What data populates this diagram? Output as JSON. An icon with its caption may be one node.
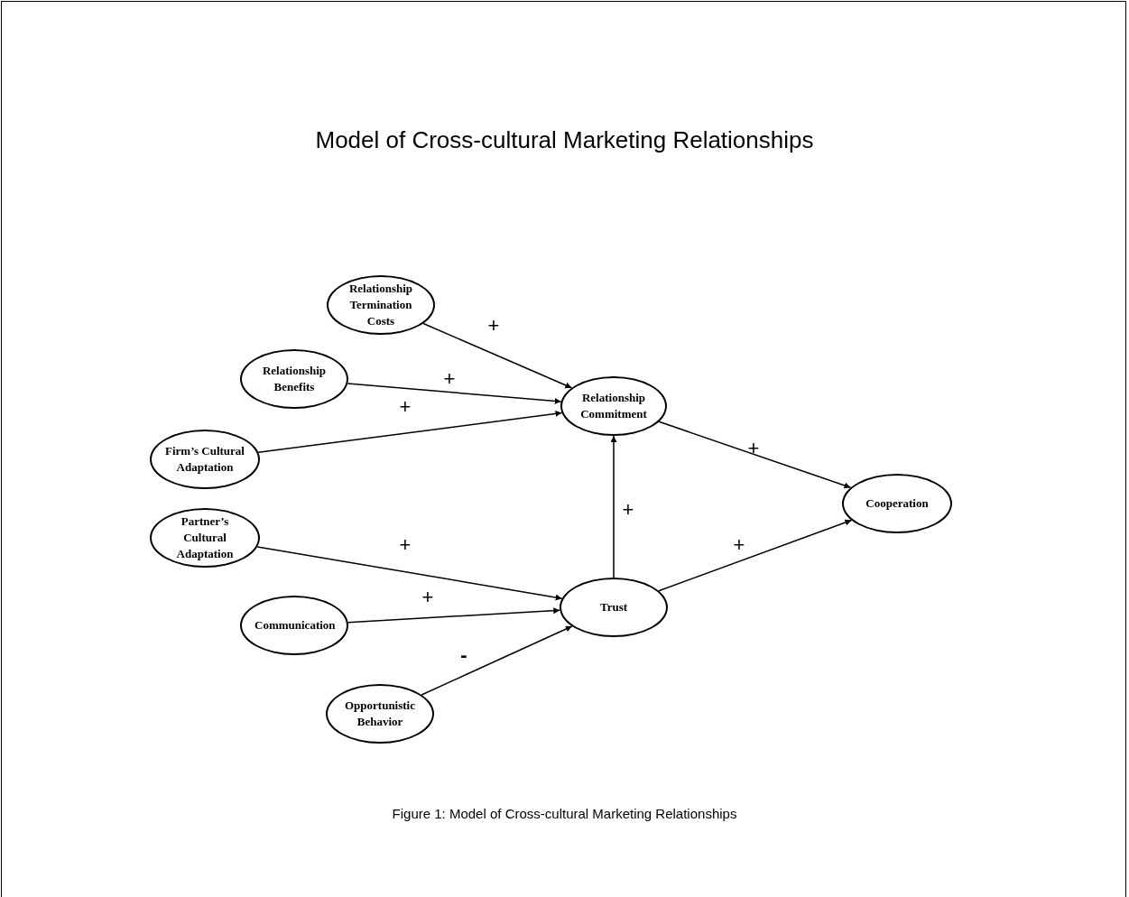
{
  "diagram": {
    "title": "Model of Cross-cultural Marketing Relationships",
    "caption": "Figure 1: Model of Cross-cultural Marketing Relationships",
    "nodes": [
      {
        "text": [
          "Relationship Termination Costs"
        ]
      },
      {
        "text": [
          "Relationship Benefits"
        ]
      },
      {
        "text": [
          "Firm’s Cultural Adaptation"
        ]
      },
      {
        "text": [
          "Relationship Commitment"
        ]
      },
      {
        "text": [
          "Partner’s Cultural Adaptation"
        ]
      },
      {
        "text": [
          "Communication"
        ]
      },
      {
        "text": [
          "Opportunistic Behavior"
        ]
      },
      {
        "text": [
          "Trust"
        ]
      },
      {
        "text": [
          "Cooperation"
        ]
      }
    ],
    "edges": [
      {
        "from": 0,
        "to": 3,
        "arrow": "to",
        "label": "+"
      },
      {
        "from": 1,
        "to": 3,
        "arrow": "to",
        "label": "+"
      },
      {
        "from": 2,
        "to": 3,
        "arrow": "to",
        "label": "+"
      },
      {
        "from": 4,
        "to": 7,
        "arrow": "to",
        "label": "+"
      },
      {
        "from": 5,
        "to": 7,
        "arrow": "to",
        "label": "+"
      },
      {
        "from": 6,
        "to": 7,
        "arrow": "to",
        "label": "-"
      },
      {
        "from": 7,
        "to": 3,
        "arrow": "to",
        "label": "+"
      },
      {
        "from": 3,
        "to": 8,
        "arrow": "to",
        "label": "+"
      },
      {
        "from": 7,
        "to": 8,
        "arrow": "to",
        "label": "+"
      }
    ]
  }
}
